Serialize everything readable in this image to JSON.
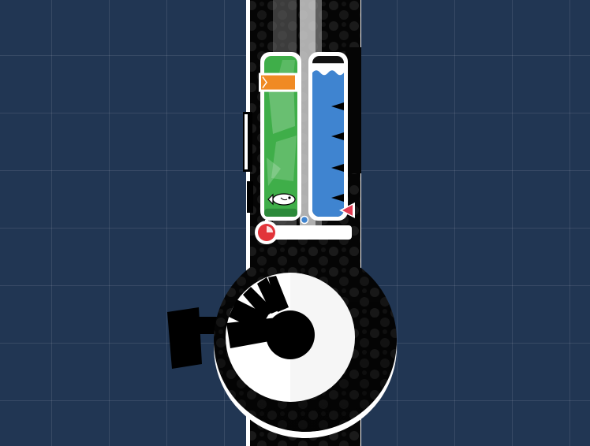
{
  "game": {
    "name": "fishing-minigame",
    "catch_progress": 0.05,
    "fish_position": 0.12,
    "line_tension": 0.94,
    "tension_marker": 0.96,
    "colors": {
      "background": "#213653",
      "catch_bar": "#3fae49",
      "tension_bar": "#3f84d0",
      "hook_zone": "#f08a24",
      "timer": "#e2343a",
      "reel": "#000000"
    },
    "icons": {
      "fish": "fish-icon",
      "timer": "stopwatch-icon",
      "marker": "triangle-marker-icon",
      "reel": "fishing-reel"
    }
  }
}
